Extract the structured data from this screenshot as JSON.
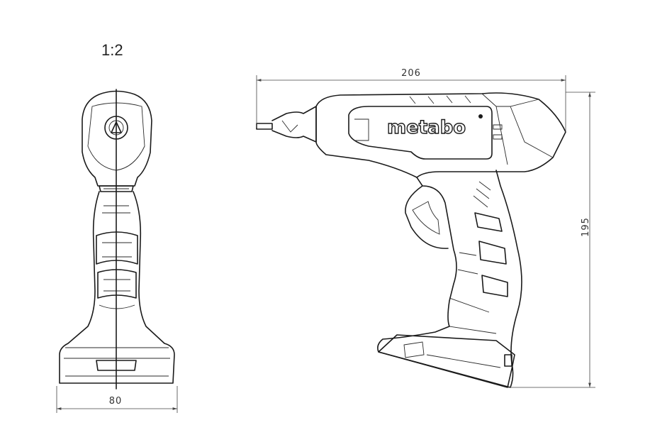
{
  "scale_label": "1:2",
  "dimensions": {
    "length": "206",
    "height": "195",
    "width": "80"
  },
  "brand": "metabo"
}
